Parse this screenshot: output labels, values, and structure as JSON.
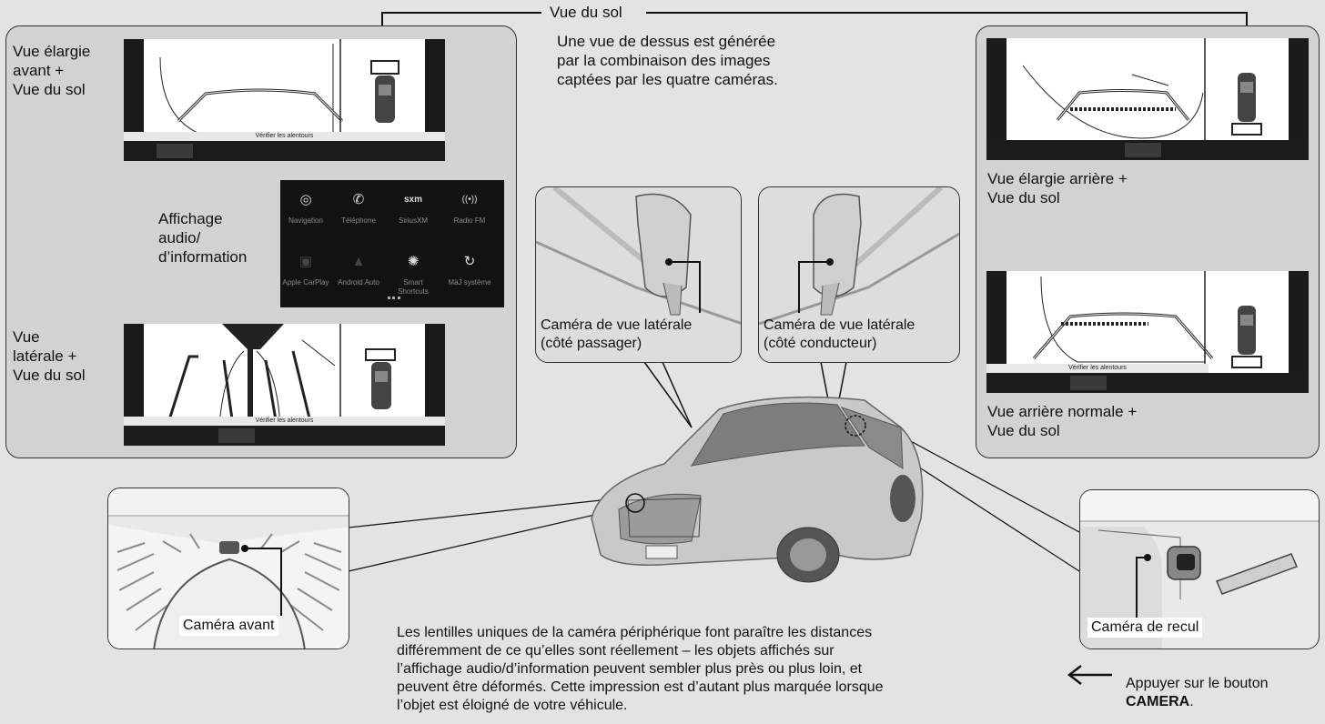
{
  "top_label": {
    "title": "Vue du sol",
    "desc": "Une vue de dessus est générée\npar la combinaison des images\ncaptées par les quatre caméras."
  },
  "left_panel": {
    "front_wide_label": "Vue élargie\navant +\nVue du sol",
    "side_label": "Vue\nlatérale +\nVue du sol",
    "display_label": "Affichage\naudio/\nd’information",
    "check_text": "Vérifier les alentours"
  },
  "menu": {
    "items": [
      {
        "icon": "navigation-icon",
        "glyph": "◎",
        "label": "Navigation"
      },
      {
        "icon": "phone-icon",
        "glyph": "✆",
        "label": "Téléphone"
      },
      {
        "icon": "siriusxm-icon",
        "glyph": "sxm",
        "label": "SiriusXM"
      },
      {
        "icon": "radio-icon",
        "glyph": "((•))",
        "label": "Radio FM"
      },
      {
        "icon": "apple-carplay-icon",
        "glyph": "▣",
        "label": "Apple CarPlay"
      },
      {
        "icon": "android-auto-icon",
        "glyph": "▲",
        "label": "Android Auto"
      },
      {
        "icon": "smart-shortcuts-icon",
        "glyph": "✺",
        "label": "Smart\nShortcuts"
      },
      {
        "icon": "system-update-icon",
        "glyph": "↻",
        "label": "MàJ système"
      }
    ]
  },
  "right_panel": {
    "rear_wide_label": "Vue élargie arrière +\nVue du sol",
    "rear_normal_label": "Vue arrière normale +\nVue du sol",
    "check_text": "Vérifier les alentours"
  },
  "callouts": {
    "side_passenger": "Caméra de vue latérale\n(côté passager)",
    "side_driver": "Caméra de vue latérale\n(côté conducteur)",
    "front_camera": "Caméra avant",
    "rear_camera": "Caméra de recul"
  },
  "note": "Les lentilles uniques de la caméra périphérique font paraître les distances\ndifféremment de ce qu’elles sont réellement – les objets affichés sur\nl’affichage audio/d’information peuvent sembler plus près ou plus loin, et\npeuvent être déformés. Cette impression est d’autant plus marquée lorsque\nl’objet est éloigné de votre véhicule.",
  "camera_button": {
    "prefix": "Appuyer sur le bouton",
    "button": "CAMERA",
    "suffix": "."
  }
}
